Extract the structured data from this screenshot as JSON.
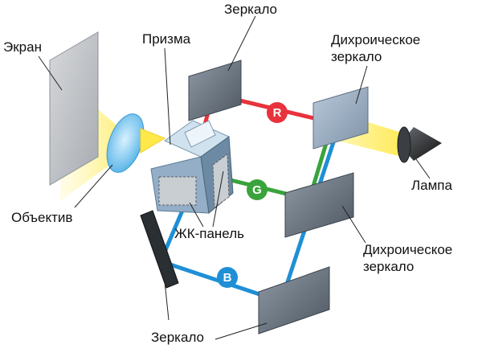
{
  "labels": {
    "screen": "Экран",
    "prism": "Призма",
    "mirror_top": "Зеркало",
    "dichroic_top_line1": "Дихроическое",
    "dichroic_top_line2": "зеркало",
    "lens": "Объектив",
    "lamp": "Лампа",
    "lcd_panel": "ЖК-панель",
    "dichroic_bottom_line1": "Дихроическое",
    "dichroic_bottom_line2": "зеркало",
    "mirror_bottom": "Зеркало"
  },
  "beams": {
    "red": "R",
    "green": "G",
    "blue": "B"
  },
  "colors": {
    "red": "#e8323c",
    "green": "#3aa33c",
    "blue": "#1f8fd6",
    "light": "#ffe94a",
    "glass": "#a9bccd"
  }
}
